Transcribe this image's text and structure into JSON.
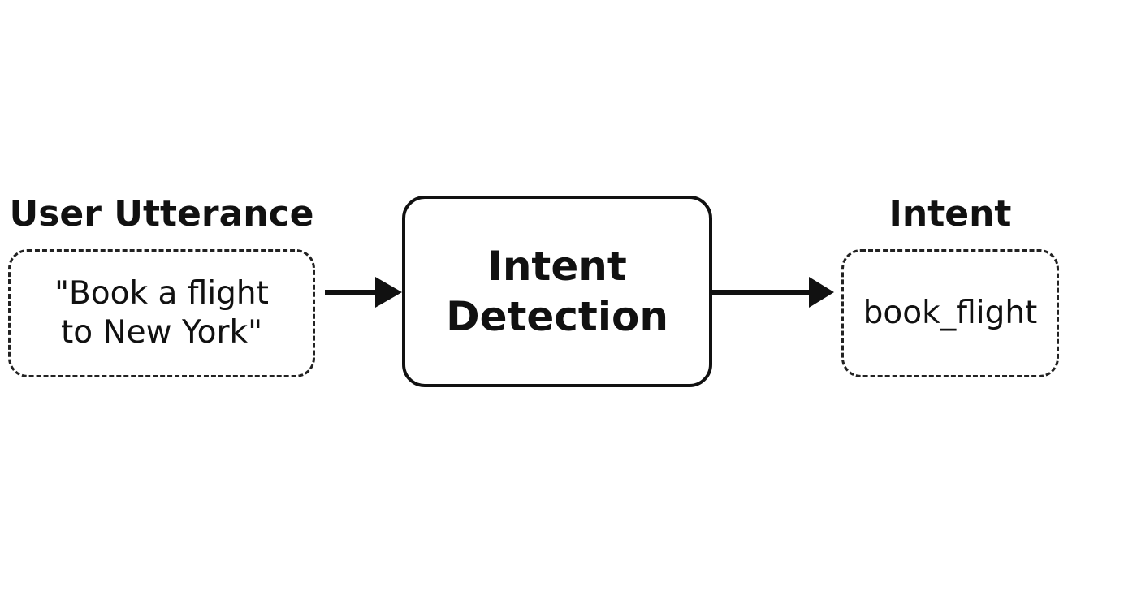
{
  "input": {
    "heading": "User Utterance",
    "text": "\"Book a flight\nto New York\""
  },
  "process": {
    "text": "Intent\nDetection"
  },
  "output": {
    "heading": "Intent",
    "text": "book_flight"
  },
  "colors": {
    "stroke": "#111111",
    "background": "#ffffff"
  }
}
